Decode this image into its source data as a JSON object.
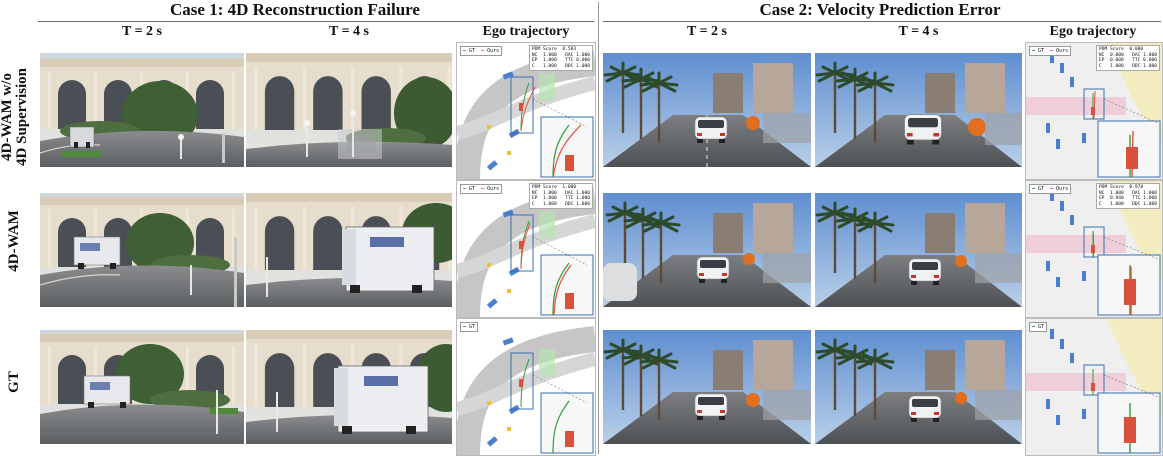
{
  "case1": {
    "title": "Case 1: 4D Reconstruction Failure",
    "columns": [
      "T = 2 s",
      "T = 4 s",
      "Ego trajectory"
    ]
  },
  "case2": {
    "title": "Case 2: Velocity Prediction Error",
    "columns": [
      "T = 2 s",
      "T = 4 s",
      "Ego trajectory"
    ]
  },
  "rows": [
    {
      "label_lines": [
        "4D-WAM w/o",
        "4D Supervision"
      ]
    },
    {
      "label_lines": [
        "4D-WAM"
      ]
    },
    {
      "label_lines": [
        "GT"
      ]
    }
  ],
  "legend": {
    "gt": "GT",
    "ours": "Ours"
  },
  "metrics": {
    "c1_row1": [
      "PDM Score  0.583",
      "NC  1.000   DAC 1.000",
      "EP  1.000   TTC 0.000",
      "C   1.000   DDC 1.000"
    ],
    "c1_row2": [
      "PDM Score  1.000",
      "NC  1.000   DAC 1.000",
      "EP  1.000   TTC 1.000",
      "C   1.000   DDC 1.000"
    ],
    "c2_row1": [
      "PDM Score  0.000",
      "NC  0.000   DAC 1.000",
      "EP  0.000   TTC 0.000",
      "C   1.000   DDC 1.000"
    ],
    "c2_row2": [
      "PDM Score  0.978",
      "NC  1.000   DAC 1.000",
      "EP  0.940   TTC 1.000",
      "C   1.000   DDC 1.000"
    ]
  },
  "colors": {
    "gt_line": "#2e9d3a",
    "ours_line": "#e0503a",
    "ego_box": "#d9513b",
    "zoom_box": "#3a6fb0",
    "lane_blue": "#4a7fd0"
  }
}
